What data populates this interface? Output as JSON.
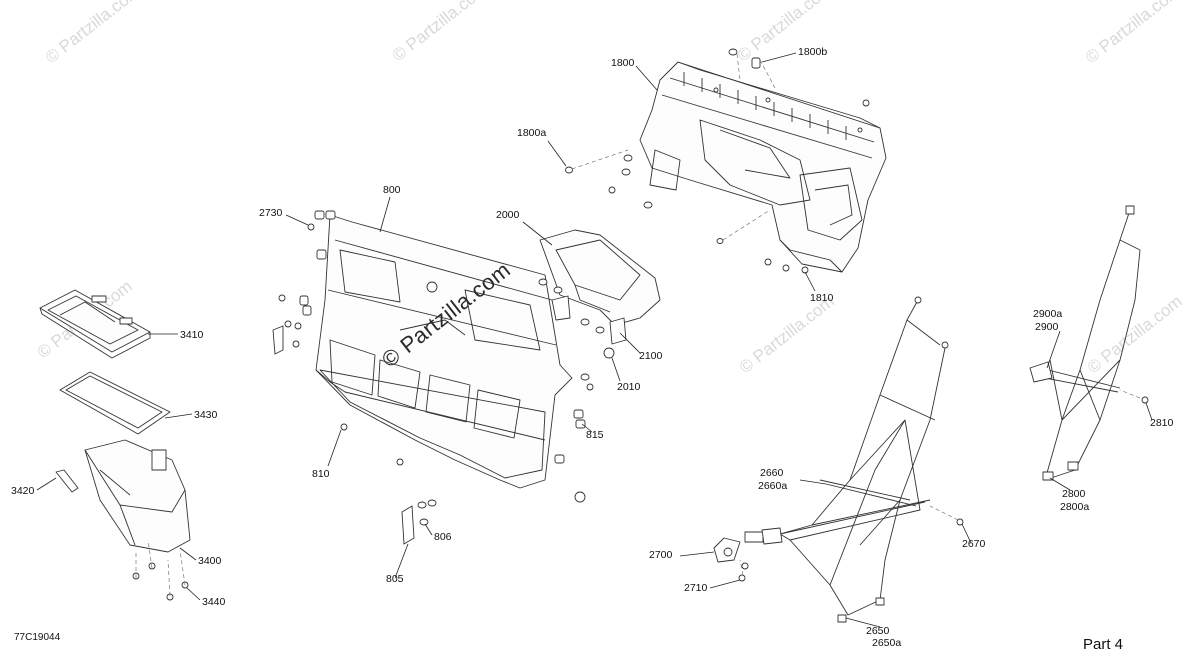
{
  "watermark": "© Partzilla.com",
  "catalog_code": "77C19044",
  "page_label": "Part 4",
  "callouts": {
    "c1800": "1800",
    "c1800b": "1800b",
    "c1800a": "1800a",
    "c800": "800",
    "c2730": "2730",
    "c2000": "2000",
    "c1810": "1810",
    "c3410": "3410",
    "c3430": "3430",
    "c3420": "3420",
    "c3400": "3400",
    "c3440": "3440",
    "c2100": "2100",
    "c2010": "2010",
    "c815": "815",
    "c810": "810",
    "c806": "806",
    "c805": "805",
    "c2660": "2660",
    "c2660a": "2660a",
    "c2670": "2670",
    "c2700": "2700",
    "c2710": "2710",
    "c2650": "2650",
    "c2650a": "2650a",
    "c2900a": "2900a",
    "c2900": "2900",
    "c2810": "2810",
    "c2800": "2800",
    "c2800a": "2800a"
  }
}
